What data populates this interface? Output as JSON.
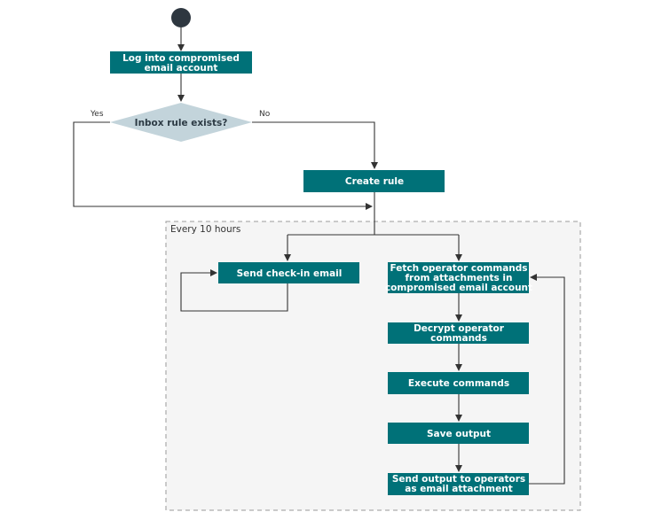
{
  "colors": {
    "process_fill": "#007178",
    "decision_fill": "#c3d4db",
    "start_fill": "#2e3740",
    "group_fill": "#f5f5f5",
    "group_border": "#9a9a9a",
    "edge_color": "#333333"
  },
  "nodes": {
    "login": [
      "Log into compromised",
      "email account"
    ],
    "decision": "Inbox rule exists?",
    "create_rule": "Create rule",
    "send_checkin": "Send check-in email",
    "fetch": [
      "Fetch operator commands",
      "from attachments in",
      "compromised email account"
    ],
    "decrypt": [
      "Decrypt operator",
      "commands"
    ],
    "execute": "Execute commands",
    "save": "Save output",
    "send_output": [
      "Send output to operators",
      "as email attachment"
    ]
  },
  "labels": {
    "yes": "Yes",
    "no": "No",
    "group": "Every 10 hours"
  }
}
